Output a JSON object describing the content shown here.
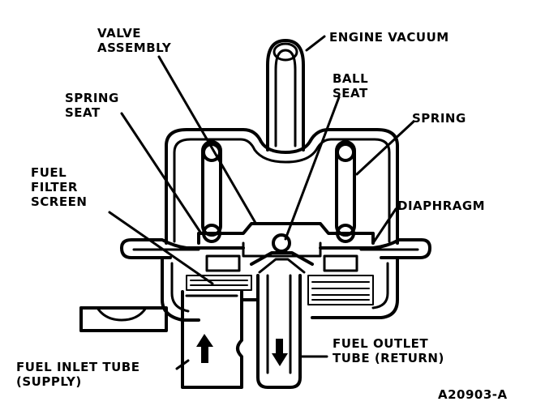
{
  "labels": {
    "valve_assembly": [
      "VALVE",
      "ASSEMBLY"
    ],
    "engine_vacuum": "ENGINE VACUUM",
    "ball_seat": [
      "BALL",
      "SEAT"
    ],
    "spring_seat": [
      "SPRING",
      "SEAT"
    ],
    "spring": "SPRING",
    "fuel_filter_screen": [
      "FUEL",
      "FILTER",
      "SCREEN"
    ],
    "diaphragm": "DIAPHRAGM",
    "fuel_outlet_tube": [
      "FUEL OUTLET",
      "TUBE (RETURN)"
    ],
    "fuel_inlet_tube": [
      "FUEL INLET TUBE",
      "(SUPPLY)"
    ],
    "figure_id": "A20903-A"
  }
}
